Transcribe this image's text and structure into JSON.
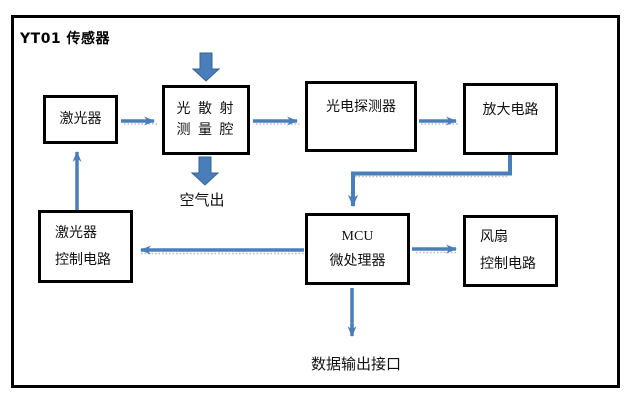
{
  "diagram": {
    "title": "YT01 传感器",
    "nodes": {
      "laser": {
        "label": "激光器"
      },
      "chamber": {
        "line1": "光 散 射",
        "line2": "测 量 腔"
      },
      "detector": {
        "label": "光电探测器"
      },
      "amplifier": {
        "label": "放大电路"
      },
      "laser_ctrl": {
        "line1": "激光器",
        "line2": "控制电路"
      },
      "mcu": {
        "line1": "MCU",
        "line2": "微处理器"
      },
      "fan_ctrl": {
        "line1": "风扇",
        "line2": "控制电路"
      }
    },
    "labels": {
      "air_out": "空气出",
      "data_out": "数据输出接口"
    },
    "colors": {
      "arrow_blue": "#4a7ebb",
      "arrow_blue_dark": "#38618f",
      "box_border": "#000000"
    }
  }
}
